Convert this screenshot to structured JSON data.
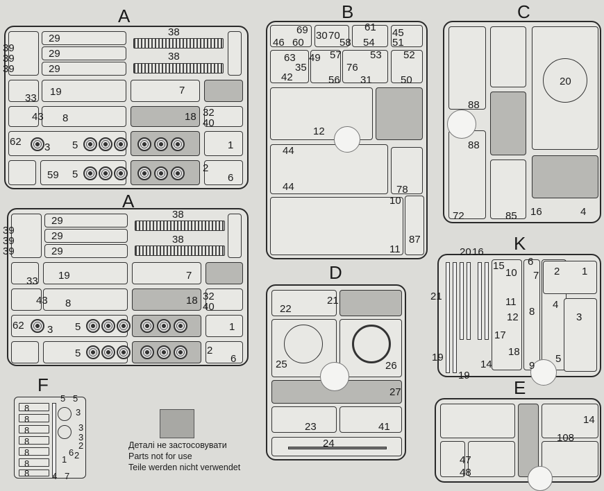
{
  "sprues": {
    "a_top": {
      "letter": "A",
      "labels": [
        "39",
        "39",
        "39",
        "29",
        "29",
        "29",
        "38",
        "38",
        "33",
        "19",
        "7",
        "43",
        "8",
        "18",
        "32",
        "40",
        "62",
        "3",
        "5",
        "1",
        "59",
        "5",
        "2",
        "6"
      ]
    },
    "a_bottom": {
      "letter": "A",
      "labels": [
        "39",
        "39",
        "39",
        "29",
        "29",
        "29",
        "38",
        "38",
        "33",
        "19",
        "7",
        "43",
        "8",
        "18",
        "32",
        "40",
        "62",
        "3",
        "5",
        "1",
        "5",
        "2",
        "6"
      ]
    },
    "b": {
      "letter": "B",
      "labels": [
        "69",
        "46",
        "60",
        "30",
        "70",
        "58",
        "61",
        "54",
        "45",
        "51",
        "63",
        "49",
        "57",
        "53",
        "52",
        "35",
        "76",
        "42",
        "56",
        "31",
        "50",
        "12",
        "44",
        "44",
        "78",
        "10",
        "11",
        "87"
      ]
    },
    "c": {
      "letter": "C",
      "labels": [
        "20",
        "88",
        "88",
        "72",
        "85",
        "16",
        "4"
      ]
    },
    "d": {
      "letter": "D",
      "labels": [
        "22",
        "21",
        "25",
        "26",
        "27",
        "23",
        "41",
        "24"
      ]
    },
    "k": {
      "letter": "K",
      "labels": [
        "20",
        "16",
        "6",
        "21",
        "15",
        "10",
        "7",
        "2",
        "1",
        "11",
        "4",
        "8",
        "3",
        "12",
        "17",
        "14",
        "18",
        "19",
        "19",
        "9",
        "5"
      ]
    },
    "e": {
      "letter": "E",
      "labels": [
        "14",
        "108",
        "47",
        "48"
      ]
    },
    "f": {
      "letter": "F",
      "labels": [
        "5",
        "5",
        "3",
        "3",
        "3",
        "2",
        "2",
        "8",
        "8",
        "8",
        "8",
        "8",
        "8",
        "8",
        "6",
        "1",
        "4",
        "7"
      ]
    }
  },
  "legend": {
    "lines": [
      "Деталі не застосовувати",
      "Parts not for use",
      "Teile werden nicht verwendet"
    ],
    "swatch_color": "#a8a8a4"
  }
}
